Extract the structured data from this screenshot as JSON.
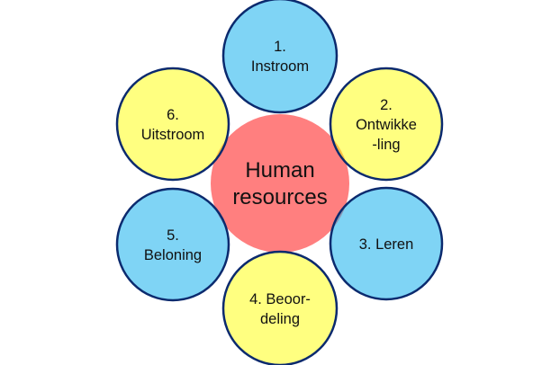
{
  "diagram": {
    "type": "radial-cluster",
    "center": {
      "lines": [
        "Human",
        "resources"
      ],
      "color": "#ff7f7f"
    },
    "colors": {
      "blue": "#7fd4f5",
      "yellow": "#ffff80",
      "outline": "#0b2a6e",
      "overlap_blue": "#8a98b5",
      "overlap_yellow": "#ffc044"
    },
    "nodes": [
      {
        "id": "instroom",
        "lines": [
          "1.",
          "Instroom"
        ],
        "color": "blue"
      },
      {
        "id": "ontwikkeling",
        "lines": [
          "2.",
          "Ontwikke",
          "-ling"
        ],
        "color": "yellow"
      },
      {
        "id": "leren",
        "lines": [
          "3. Leren"
        ],
        "color": "blue"
      },
      {
        "id": "beoordeling",
        "lines": [
          "4. Beoor-",
          "deling"
        ],
        "color": "yellow"
      },
      {
        "id": "beloning",
        "lines": [
          "5.",
          "Beloning"
        ],
        "color": "blue"
      },
      {
        "id": "uitstroom",
        "lines": [
          "6.",
          "Uitstroom"
        ],
        "color": "yellow"
      }
    ]
  }
}
